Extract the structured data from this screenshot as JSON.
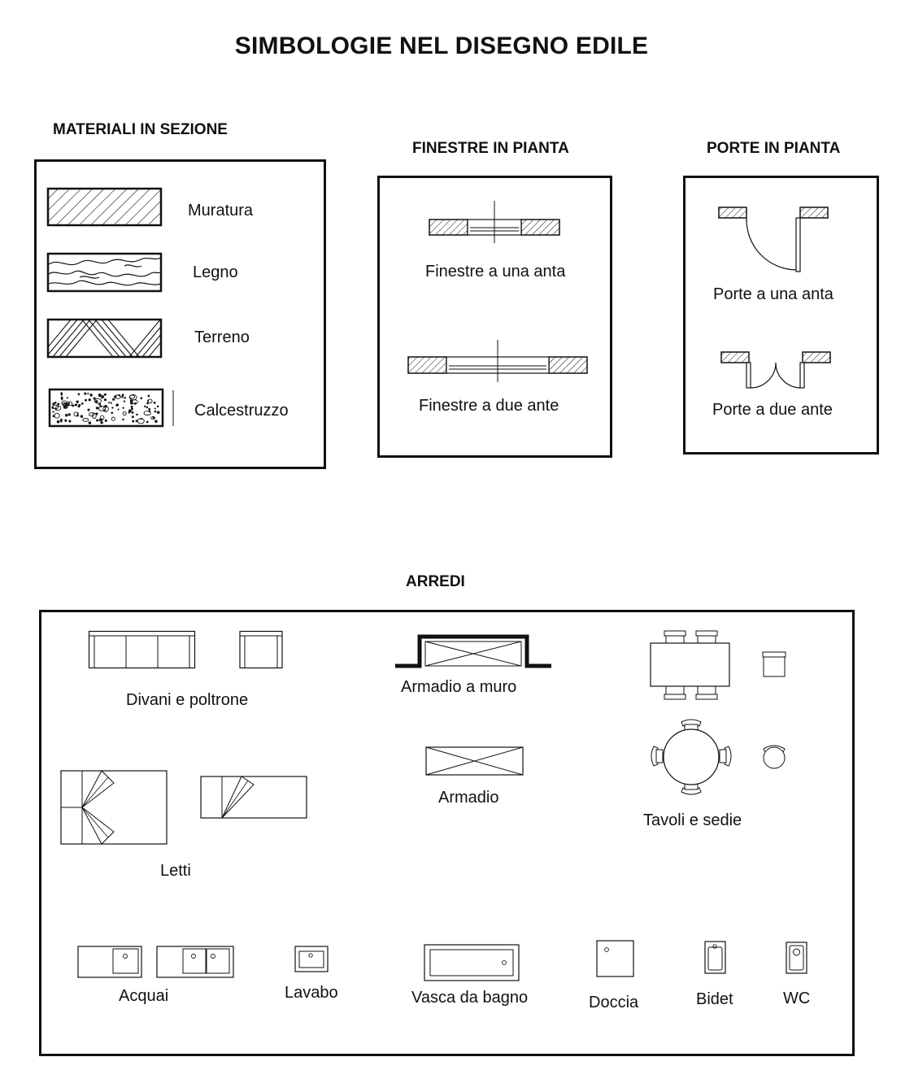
{
  "title": "SIMBOLOGIE NEL DISEGNO EDILE",
  "materiali": {
    "heading": "MATERIALI IN SEZIONE",
    "items": [
      "Muratura",
      "Legno",
      "Terreno",
      "Calcestruzzo"
    ]
  },
  "finestre": {
    "heading": "FINESTRE IN PIANTA",
    "items": [
      "Finestre a una anta",
      "Finestre a due ante"
    ]
  },
  "porte": {
    "heading": "PORTE IN PIANTA",
    "items": [
      "Porte a una anta",
      "Porte a due ante"
    ]
  },
  "arredi": {
    "heading": "ARREDI",
    "divani": "Divani e poltrone",
    "armadio_muro": "Armadio a muro",
    "armadio": "Armadio",
    "tavoli": "Tavoli e sedie",
    "letti": "Letti",
    "acquai": "Acquai",
    "lavabo": "Lavabo",
    "vasca": "Vasca da bagno",
    "doccia": "Doccia",
    "bidet": "Bidet",
    "wc": "WC"
  }
}
